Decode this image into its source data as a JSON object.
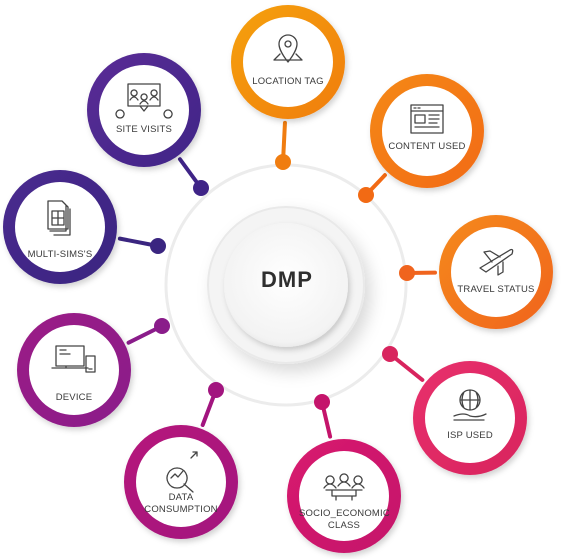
{
  "center": {
    "label": "DMP"
  },
  "nodes": [
    {
      "id": "location-tag",
      "label": "LOCATION TAG",
      "icon": "location-pin-icon",
      "color": "#f5a10f",
      "color2": "#f07d10"
    },
    {
      "id": "content-used",
      "label": "CONTENT USED",
      "icon": "web-content-icon",
      "color": "#f5891a",
      "color2": "#f26a14"
    },
    {
      "id": "travel-status",
      "label": "TRAVEL STATUS",
      "icon": "airplane-icon",
      "color": "#f58a1f",
      "color2": "#f0641e"
    },
    {
      "id": "isp-used",
      "label": "ISP USED",
      "icon": "globe-hand-icon",
      "color": "#e8306c",
      "color2": "#d8245e"
    },
    {
      "id": "socio-economic",
      "label": "SOCIO_ECONOMIC CLASS",
      "icon": "people-group-icon",
      "color": "#d81b6e",
      "color2": "#c4146b"
    },
    {
      "id": "data-consumption",
      "label": "DATA CONSUMPTION",
      "icon": "data-search-icon",
      "color": "#b6187a",
      "color2": "#a2157f"
    },
    {
      "id": "device",
      "label": "DEVICE",
      "icon": "devices-icon",
      "color": "#9b1f86",
      "color2": "#8a1c8a"
    },
    {
      "id": "multi-sims",
      "label": "MULTI-SIMS'S",
      "icon": "sim-cards-icon",
      "color": "#4a2a8f",
      "color2": "#3a2580"
    },
    {
      "id": "site-visits",
      "label": "SITE VISITS",
      "icon": "site-visitors-icon",
      "color": "#5a2d96",
      "color2": "#3f2487"
    }
  ]
}
